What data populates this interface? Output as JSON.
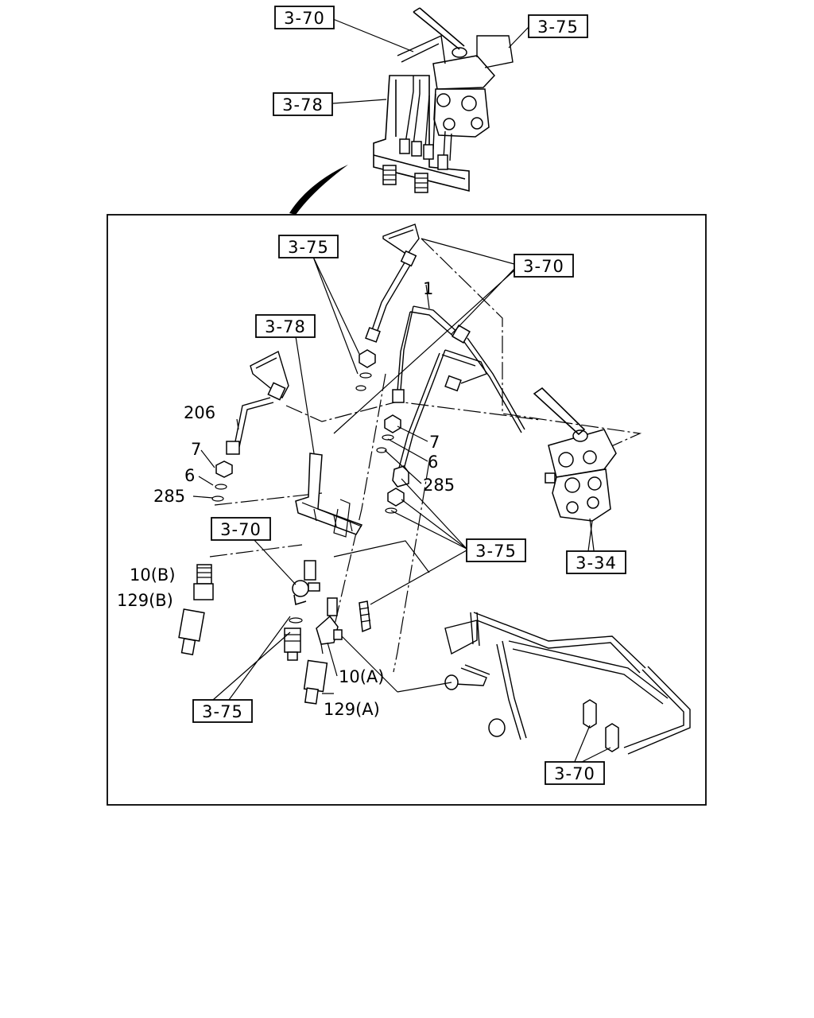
{
  "refs": {
    "top_3_70": "3-70",
    "top_3_75": "3-75",
    "top_3_78": "3-78",
    "main_3_75_top": "3-75",
    "main_3_70_right": "3-70",
    "main_3_78": "3-78",
    "main_3_70_left": "3-70",
    "main_3_75_mid": "3-75",
    "main_3_34": "3-34",
    "main_3_75_bottom": "3-75",
    "main_3_70_bottom": "3-70"
  },
  "parts": {
    "p1": "1",
    "p206": "206",
    "p7_left": "7",
    "p6_left": "6",
    "p285_left": "285",
    "p7_right": "7",
    "p6_right": "6",
    "p285_right": "285",
    "p10b": "10(B)",
    "p129b": "129(B)",
    "p10a": "10(A)",
    "p129a": "129(A)"
  }
}
